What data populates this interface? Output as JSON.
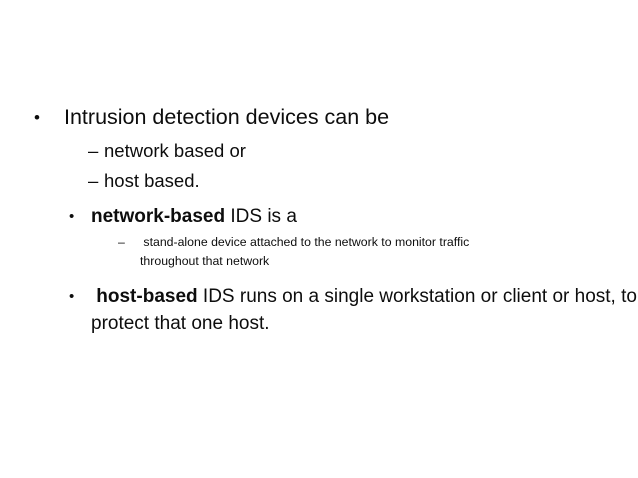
{
  "slide": {
    "background_color": "#ffffff",
    "text_color": "#0d0d0d",
    "bullets": {
      "level1_marker": "•",
      "level2_marker": "–",
      "level3_marker": "•",
      "level4_marker": "–"
    },
    "lines": {
      "l1_intrusion": "Intrusion detection devices can be",
      "l2_network_based": "network based or",
      "l2_host_based": "host based.",
      "l3_network_ids_bold": "network-based",
      "l3_network_ids_rest": " IDS is a",
      "l4_standalone_line1": " stand-alone device attached to the network to monitor traffic",
      "l4_standalone_line2": "throughout that network",
      "l3_host_ids_lead": " ",
      "l3_host_ids_bold": "host-based",
      "l3_host_ids_rest": " IDS runs on a single workstation or client or host, to protect that one host."
    }
  }
}
